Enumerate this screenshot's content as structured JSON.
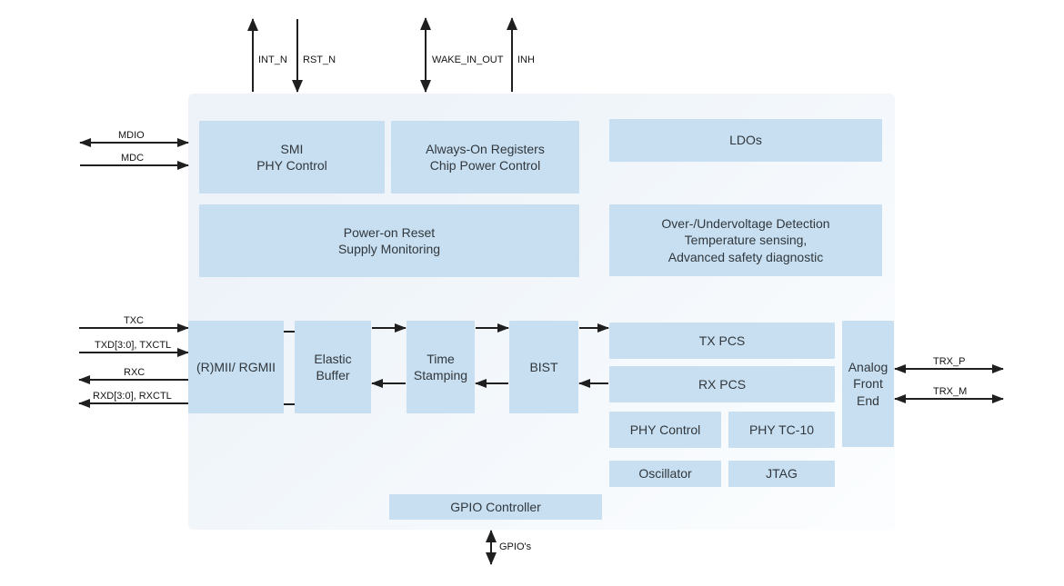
{
  "signals": {
    "int_n": "INT_N",
    "rst_n": "RST_N",
    "wake_in_out": "WAKE_IN_OUT",
    "inh": "INH",
    "mdio": "MDIO",
    "mdc": "MDC",
    "txc": "TXC",
    "txd": "TXD[3:0], TXCTL",
    "rxc": "RXC",
    "rxd": "RXD[3:0], RXCTL",
    "trx_p": "TRX_P",
    "trx_m": "TRX_M",
    "gpios": "GPIO's"
  },
  "blocks": {
    "smi": {
      "lines": [
        "SMI",
        "PHY Control"
      ]
    },
    "always_on": {
      "lines": [
        "Always-On Registers",
        "Chip Power Control"
      ]
    },
    "ldos": {
      "lines": [
        "LDOs"
      ]
    },
    "por": {
      "lines": [
        "Power-on Reset",
        "Supply Monitoring"
      ]
    },
    "safety": {
      "lines": [
        "Over-/Undervoltage Detection",
        "Temperature sensing,",
        "Advanced safety diagnostic"
      ]
    },
    "rmii": {
      "lines": [
        "(R)MII/ RGMII"
      ]
    },
    "elastic": {
      "lines": [
        "Elastic",
        "Buffer"
      ]
    },
    "time_stamping": {
      "lines": [
        "Time",
        "Stamping"
      ]
    },
    "bist": {
      "lines": [
        "BIST"
      ]
    },
    "tx_pcs": {
      "lines": [
        "TX PCS"
      ]
    },
    "rx_pcs": {
      "lines": [
        "RX PCS"
      ]
    },
    "afe": {
      "lines": [
        "Analog",
        "Front",
        "End"
      ]
    },
    "phy_control": {
      "lines": [
        "PHY Control"
      ]
    },
    "phy_tc10": {
      "lines": [
        "PHY TC-10"
      ]
    },
    "oscillator": {
      "lines": [
        "Oscillator"
      ]
    },
    "jtag": {
      "lines": [
        "JTAG"
      ]
    },
    "gpio_controller": {
      "lines": [
        "GPIO Controller"
      ]
    }
  },
  "colors": {
    "block": "#c7dff1",
    "chip": "#edf3f9",
    "chip_fade": "#fbfdfe",
    "line": "#1f1f1f",
    "text": "#31373c",
    "label": "#141414",
    "background": "#ffffff"
  }
}
